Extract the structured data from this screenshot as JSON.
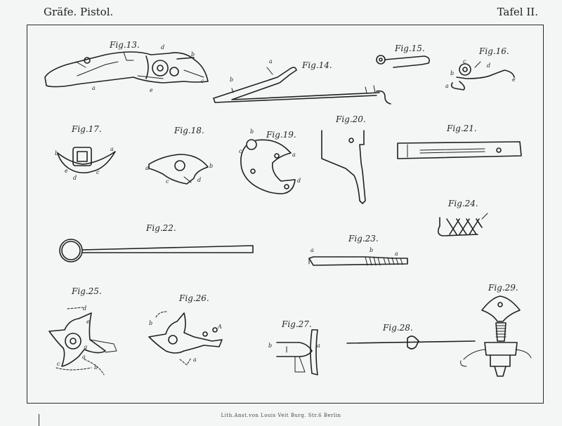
{
  "header": {
    "left": "Gräfe. Pistol.",
    "right": "Tafel II."
  },
  "footer": "Lith.Anst.von Louis Veit Burg. Str.6 Berlin",
  "figures": [
    {
      "id": "13",
      "label": "Fig.13.",
      "parts": [
        "d",
        "b",
        "a",
        "e",
        "c"
      ]
    },
    {
      "id": "14",
      "label": "Fig.14.",
      "parts": [
        "a",
        "b"
      ]
    },
    {
      "id": "15",
      "label": "Fig.15."
    },
    {
      "id": "16",
      "label": "Fig.16.",
      "parts": [
        "c",
        "d",
        "b",
        "a",
        "e"
      ]
    },
    {
      "id": "17",
      "label": "Fig.17.",
      "parts": [
        "a",
        "b",
        "e",
        "d",
        "c"
      ]
    },
    {
      "id": "18",
      "label": "Fig.18.",
      "parts": [
        "b",
        "a",
        "c",
        "d"
      ]
    },
    {
      "id": "19",
      "label": "Fig.19.",
      "parts": [
        "b",
        "a",
        "c",
        "d"
      ]
    },
    {
      "id": "20",
      "label": "Fig.20."
    },
    {
      "id": "21",
      "label": "Fig.21."
    },
    {
      "id": "22",
      "label": "Fig.22."
    },
    {
      "id": "23",
      "label": "Fig.23.",
      "parts": [
        "a",
        "b",
        "a"
      ]
    },
    {
      "id": "24",
      "label": "Fig.24."
    },
    {
      "id": "25",
      "label": "Fig.25.",
      "parts": [
        "d",
        "e",
        "g",
        "a",
        "c",
        "b"
      ]
    },
    {
      "id": "26",
      "label": "Fig.26.",
      "parts": [
        "b",
        "A",
        "a"
      ]
    },
    {
      "id": "27",
      "label": "Fig.27.",
      "parts": [
        "b",
        "a"
      ]
    },
    {
      "id": "28",
      "label": "Fig.28."
    },
    {
      "id": "29",
      "label": "Fig.29."
    }
  ]
}
